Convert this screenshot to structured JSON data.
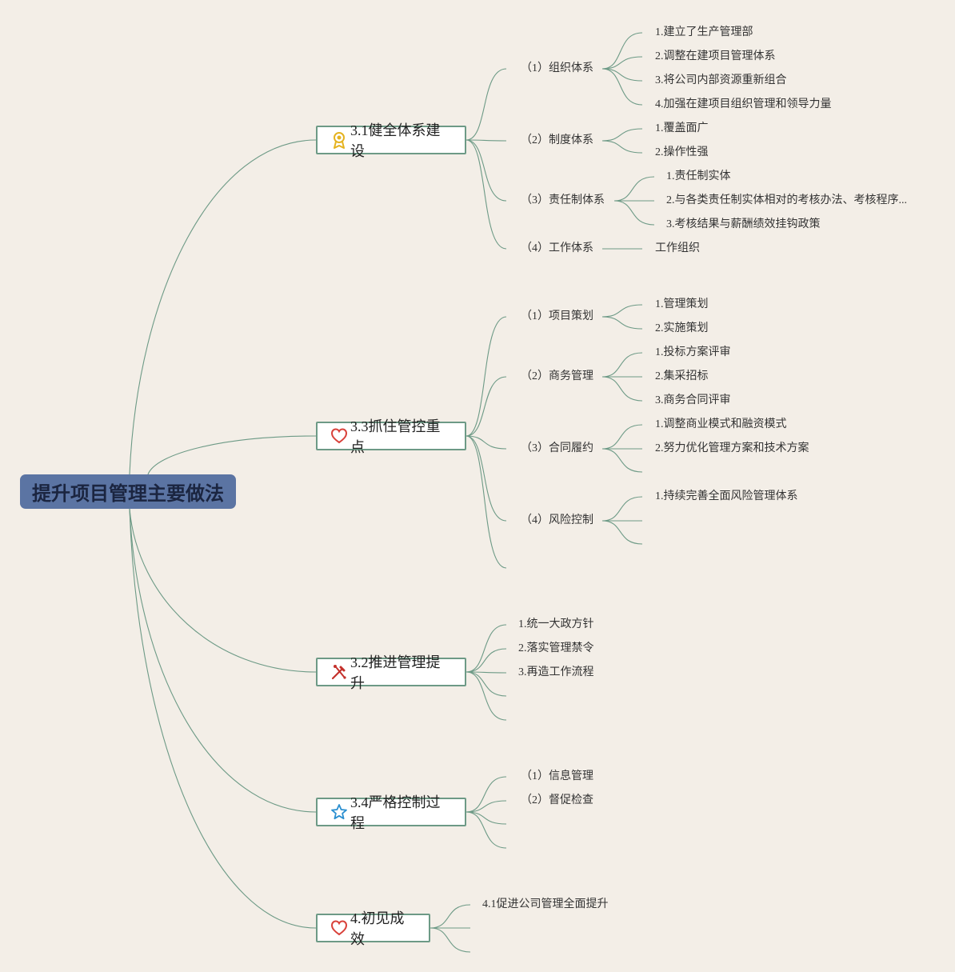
{
  "root": {
    "label": "提升项目管理主要做法"
  },
  "topics": [
    {
      "label": "3.1健全体系建设",
      "icon": "award-ribbon-icon",
      "children": [
        {
          "label": "（1）组织体系",
          "children": [
            "1.建立了生产管理部",
            "2.调整在建项目管理体系",
            "3.将公司内部资源重新组合",
            "4.加强在建项目组织管理和领导力量"
          ]
        },
        {
          "label": "（2）制度体系",
          "children": [
            "1.覆盖面广",
            "2.操作性强"
          ]
        },
        {
          "label": "（3）责任制体系",
          "children": [
            "1.责任制实体",
            "2.与各类责任制实体相对的考核办法、考核程序...",
            "3.考核结果与薪酬绩效挂钩政策"
          ]
        },
        {
          "label": "（4）工作体系",
          "children": [
            "工作组织"
          ]
        }
      ]
    },
    {
      "label": "3.3抓住管控重点",
      "icon": "heart-icon",
      "children": [
        {
          "label": "（1）项目策划",
          "children": [
            "1.管理策划",
            "2.实施策划"
          ]
        },
        {
          "label": "（2）商务管理",
          "children": [
            "1.投标方案评审",
            "2.集采招标",
            "3.商务合同评审"
          ]
        },
        {
          "label": "（3）合同履约",
          "children": [
            "1.调整商业模式和融资模式",
            "2.努力优化管理方案和技术方案",
            ""
          ]
        },
        {
          "label": "（4）风险控制",
          "children": [
            "1.持续完善全面风险管理体系",
            "",
            ""
          ]
        },
        {
          "label": "",
          "children": []
        }
      ]
    },
    {
      "label": "3.2推进管理提升",
      "icon": "tools-icon",
      "children": [
        {
          "label": "1.统一大政方针",
          "children": []
        },
        {
          "label": "2.落实管理禁令",
          "children": []
        },
        {
          "label": "3.再造工作流程",
          "children": []
        },
        {
          "label": "",
          "children": []
        },
        {
          "label": "",
          "children": []
        }
      ]
    },
    {
      "label": "3.4严格控制过程",
      "icon": "star-icon",
      "children": [
        {
          "label": "（1）信息管理",
          "children": []
        },
        {
          "label": "（2）督促检查",
          "children": []
        },
        {
          "label": "",
          "children": []
        },
        {
          "label": "",
          "children": []
        }
      ]
    },
    {
      "label": "4.初见成效",
      "icon": "heart-icon",
      "children": [
        {
          "label": "4.1促进公司管理全面提升",
          "children": []
        },
        {
          "label": "",
          "children": []
        },
        {
          "label": "",
          "children": []
        }
      ]
    }
  ],
  "colors": {
    "background": "#f3eee7",
    "root_fill": "#5b74a3",
    "root_text": "#1b2540",
    "connector": "#6d9a86",
    "topic_border": "#6d9a86",
    "heart": "#d9413a",
    "award": "#e5b320",
    "star": "#2b8fd0",
    "tools": "#c4302b"
  }
}
